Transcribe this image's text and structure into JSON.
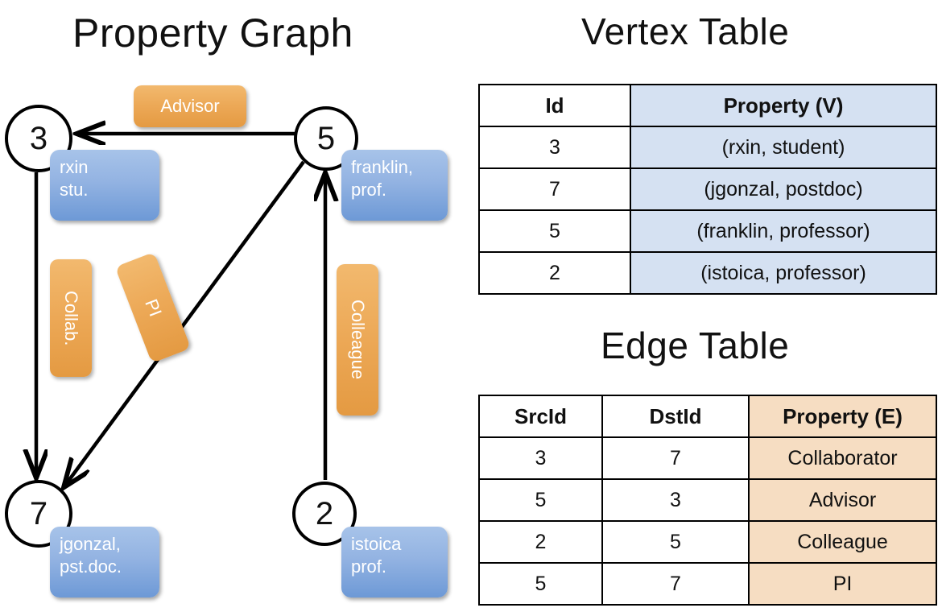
{
  "titles": {
    "property_graph": "Property Graph",
    "vertex_table": "Vertex Table",
    "edge_table": "Edge Table"
  },
  "graph": {
    "nodes": [
      {
        "id": "3",
        "property": "rxin\nstu."
      },
      {
        "id": "5",
        "property": "franklin,\nprof."
      },
      {
        "id": "7",
        "property": "jgonzal,\npst.doc."
      },
      {
        "id": "2",
        "property": "istoica\nprof."
      }
    ],
    "node_labels": {
      "n3": "3",
      "n5": "5",
      "n7": "7",
      "n2": "2"
    },
    "property_boxes": {
      "rxin_line1": "rxin",
      "rxin_line2": "stu.",
      "franklin_line1": "franklin,",
      "franklin_line2": "prof.",
      "jgonzal_line1": "jgonzal,",
      "jgonzal_line2": "pst.doc.",
      "istoica_line1": "istoica",
      "istoica_line2": "prof."
    },
    "edge_labels": {
      "advisor": "Advisor",
      "collab": "Collab.",
      "pi": "PI",
      "colleague": "Colleague"
    },
    "edges": [
      {
        "from": "5",
        "to": "3",
        "label": "Advisor"
      },
      {
        "from": "3",
        "to": "7",
        "label": "Collab."
      },
      {
        "from": "5",
        "to": "7",
        "label": "PI"
      },
      {
        "from": "2",
        "to": "5",
        "label": "Colleague"
      }
    ]
  },
  "vertex_table": {
    "headers": [
      "Id",
      "Property (V)"
    ],
    "rows": [
      {
        "id": "3",
        "property": "(rxin, student)"
      },
      {
        "id": "7",
        "property": "(jgonzal, postdoc)"
      },
      {
        "id": "5",
        "property": "(franklin, professor)"
      },
      {
        "id": "2",
        "property": "(istoica, professor)"
      }
    ]
  },
  "edge_table": {
    "headers": [
      "SrcId",
      "DstId",
      "Property (E)"
    ],
    "rows": [
      {
        "src": "3",
        "dst": "7",
        "property": "Collaborator"
      },
      {
        "src": "5",
        "dst": "3",
        "property": "Advisor"
      },
      {
        "src": "2",
        "dst": "5",
        "property": "Colleague"
      },
      {
        "src": "5",
        "dst": "7",
        "property": "PI"
      }
    ]
  },
  "colors": {
    "vertex_property_fill": "#d5e1f2",
    "edge_property_fill": "#f6ddc2",
    "node_box_blue": "#93b3e2",
    "edge_label_orange": "#eca856",
    "stroke": "#000000"
  }
}
